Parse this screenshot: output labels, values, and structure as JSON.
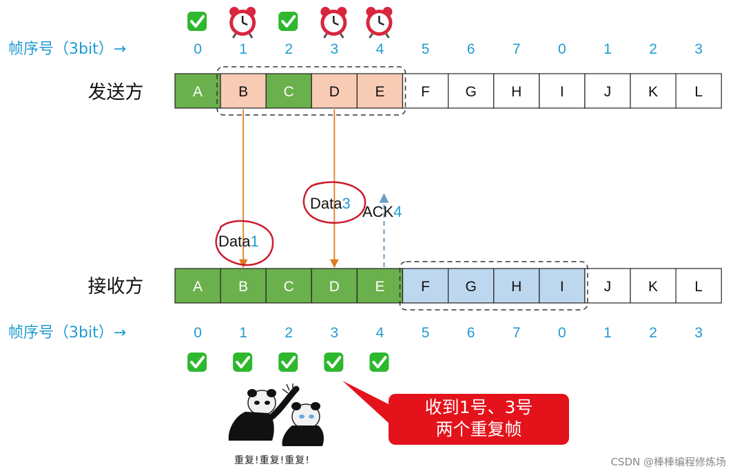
{
  "sender": {
    "label": "发送方",
    "seq_label": "帧序号（3bit）→",
    "seq_numbers": [
      "0",
      "1",
      "2",
      "3",
      "4",
      "5",
      "6",
      "7",
      "0",
      "1",
      "2",
      "3"
    ],
    "frames": [
      "A",
      "B",
      "C",
      "D",
      "E",
      "F",
      "G",
      "H",
      "I",
      "J",
      "K",
      "L"
    ],
    "frame_states": [
      "acked",
      "pending",
      "acked",
      "pending",
      "pending",
      "idle",
      "idle",
      "idle",
      "idle",
      "idle",
      "idle",
      "idle"
    ],
    "status_icons": [
      "check-icon",
      "alarm-clock-icon",
      "check-icon",
      "alarm-clock-icon",
      "alarm-clock-icon"
    ]
  },
  "receiver": {
    "label": "接收方",
    "seq_label": "帧序号（3bit）→",
    "seq_numbers": [
      "0",
      "1",
      "2",
      "3",
      "4",
      "5",
      "6",
      "7",
      "0",
      "1",
      "2",
      "3"
    ],
    "frames": [
      "A",
      "B",
      "C",
      "D",
      "E",
      "F",
      "G",
      "H",
      "I",
      "J",
      "K",
      "L"
    ],
    "frame_states": [
      "received",
      "received",
      "received",
      "received",
      "received",
      "window",
      "window",
      "window",
      "window",
      "idle",
      "idle",
      "idle"
    ],
    "status_icons": [
      "check-icon",
      "check-icon",
      "check-icon",
      "check-icon",
      "check-icon"
    ]
  },
  "messages": {
    "data1_prefix": "Data",
    "data1_num": "1",
    "data3_prefix": "Data",
    "data3_num": "3",
    "ack_prefix": "ACK",
    "ack_num": "4"
  },
  "callout": {
    "line1": "收到1号、3号",
    "line2": "两个重复帧"
  },
  "panda_caption": "重复!重复!重复!",
  "footer": "CSDN @棒棒编程修炼场",
  "colors": {
    "acked": "#6ab04c",
    "pending": "#f8cbb4",
    "window": "#bdd7ee",
    "idle": "#ffffff",
    "seq_text": "#1f9bd1",
    "arrow_orange": "#e07b20",
    "arrow_blue": "#6a9dc6",
    "callout": "#e4121b",
    "check_green": "#2eb82e",
    "alarm_red": "#d7263d",
    "circle_red": "#cc1a2b"
  }
}
